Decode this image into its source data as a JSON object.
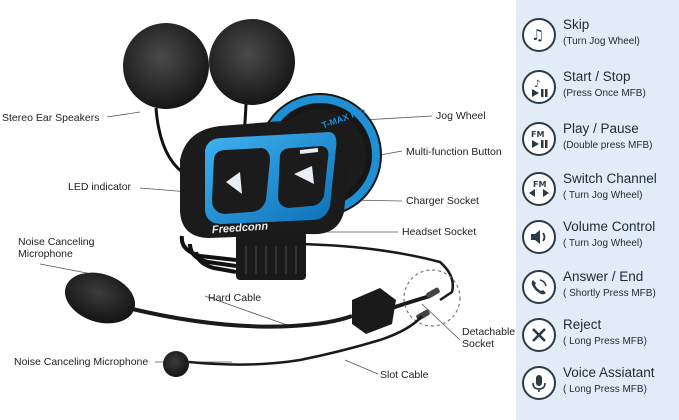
{
  "labels": {
    "stereo_speakers": "Stereo Ear Speakers",
    "led_indicator": "LED indicator",
    "noise_mic_1": "Noise Canceling\nMicrophone",
    "noise_mic_2": "Noise Canceling Microphone",
    "jog_wheel": "Jog Wheel",
    "mfb": "Multi-function Button",
    "charger_socket": "Charger Socket",
    "headset_socket": "Headset Socket",
    "hard_cable": "Hard Cable",
    "detachable_socket": "Detachable\nSocket",
    "slot_cable": "Slot Cable"
  },
  "device": {
    "brand": "Freedconn",
    "model": "T-MAX Pro"
  },
  "features": [
    {
      "title": "Skip",
      "sub": "(Turn Jog Wheel)",
      "icon": "skip-icon"
    },
    {
      "title": "Start / Stop",
      "sub": "(Press Once MFB)",
      "icon": "play-pause-icon"
    },
    {
      "title": "Play / Pause",
      "sub": "(Double press MFB)",
      "icon": "fm-play-icon"
    },
    {
      "title": "Switch Channel",
      "sub": "( Turn Jog Wheel)",
      "icon": "fm-switch-icon"
    },
    {
      "title": "Volume Control",
      "sub": "( Turn Jog Wheel)",
      "icon": "volume-icon"
    },
    {
      "title": "Answer / End",
      "sub": "( Shortly Press MFB)",
      "icon": "phone-answer-icon"
    },
    {
      "title": "Reject",
      "sub": "( Long Press MFB)",
      "icon": "phone-reject-icon"
    },
    {
      "title": "Voice Assiatant",
      "sub": "( Long Press MFB)",
      "icon": "microphone-icon"
    }
  ],
  "colors": {
    "accent_blue": "#1f8fd6",
    "panel_bg": "#e2ecf6",
    "device_body": "#1b1b1b"
  }
}
